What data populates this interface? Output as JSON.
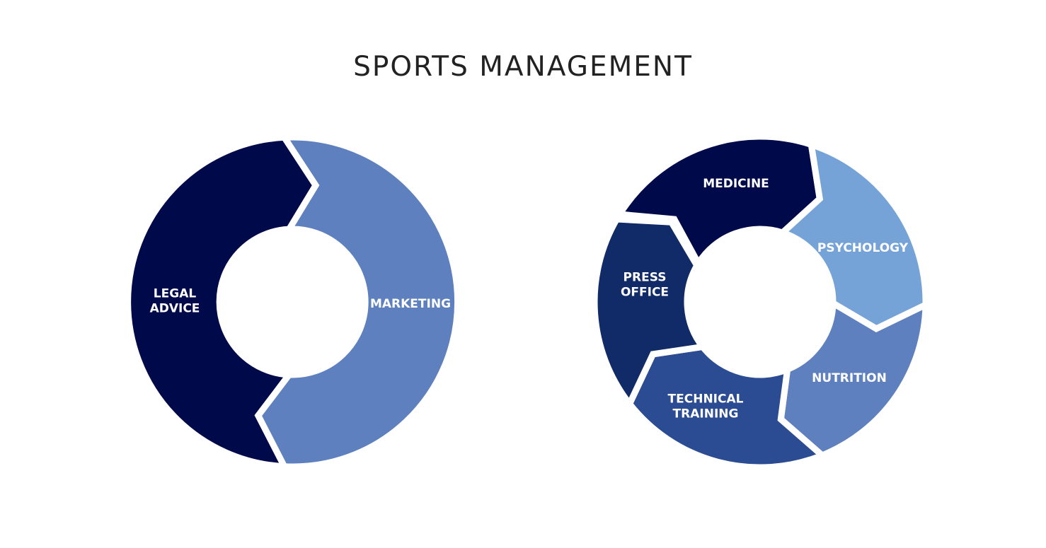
{
  "title": "SPORTS MANAGEMENT",
  "colors": {
    "background": "#ffffff",
    "title": "#222222",
    "label": "#ffffff",
    "gap": "#ffffff"
  },
  "cycles": [
    {
      "name": "two-part-cycle",
      "segments": [
        {
          "label_lines": [
            "LEGAL",
            "ADVICE"
          ],
          "color": "#000a4a"
        },
        {
          "label_lines": [
            "MARKETING"
          ],
          "color": "#5e80be"
        }
      ]
    },
    {
      "name": "six-part-cycle",
      "segments": [
        {
          "label_lines": [
            "MEDICINE"
          ],
          "color": "#000a4a"
        },
        {
          "label_lines": [
            "PSYCHOLOGY"
          ],
          "color": "#76a3d7"
        },
        {
          "label_lines": [
            "NUTRITION"
          ],
          "color": "#5e80be"
        },
        {
          "label_lines": [
            "TECHNICAL",
            "TRAINING"
          ],
          "color": "#2b4b93"
        },
        {
          "label_lines": [
            "PRESS",
            "OFFICE"
          ],
          "color": "#112b68"
        }
      ]
    }
  ]
}
